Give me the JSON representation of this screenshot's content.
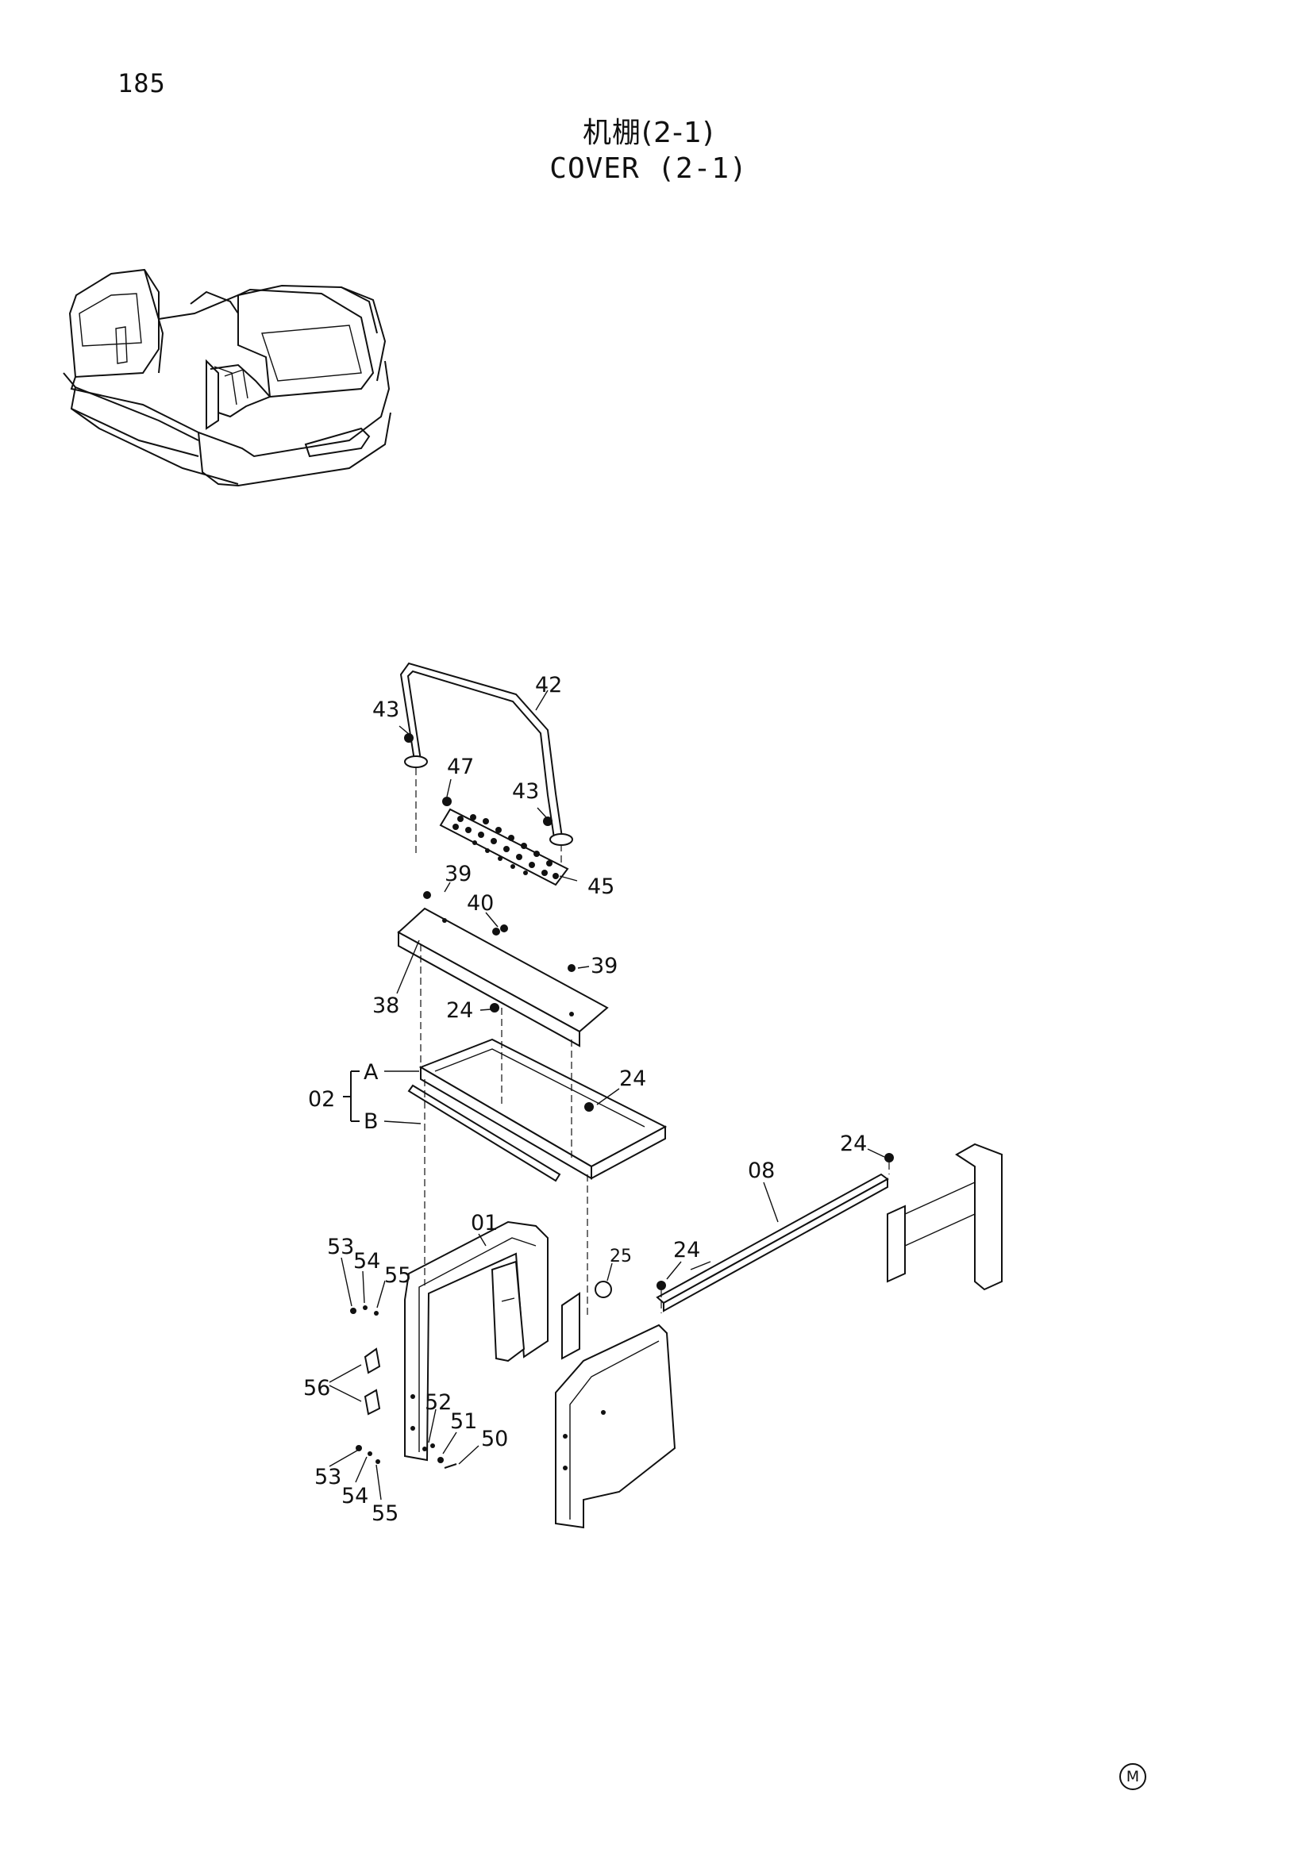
{
  "page_number": "185",
  "title_cn": "机棚(2-1)",
  "title_en": "COVER (2-1)",
  "subassembly": {
    "id": "02",
    "a": "A",
    "b": "B"
  },
  "callouts": {
    "c42": "42",
    "c43a": "43",
    "c47": "47",
    "c43b": "43",
    "c45": "45",
    "c39a": "39",
    "c40": "40",
    "c39b": "39",
    "c38": "38",
    "c24a": "24",
    "c24b": "24",
    "c24c": "24",
    "c08": "08",
    "c01": "01",
    "c25": "25",
    "c24d": "24",
    "c53a": "53",
    "c54a": "54",
    "c55a": "55",
    "c56": "56",
    "c52": "52",
    "c51": "51",
    "c50": "50",
    "c53b": "53",
    "c54b": "54",
    "c55b": "55"
  },
  "corner_mark": "M",
  "icons": [
    "excavator-thumbnail",
    "handrail-part",
    "step-plate-part",
    "bracket-part",
    "frame-part",
    "side-cover-part",
    "rail-part",
    "rear-frame-part"
  ]
}
